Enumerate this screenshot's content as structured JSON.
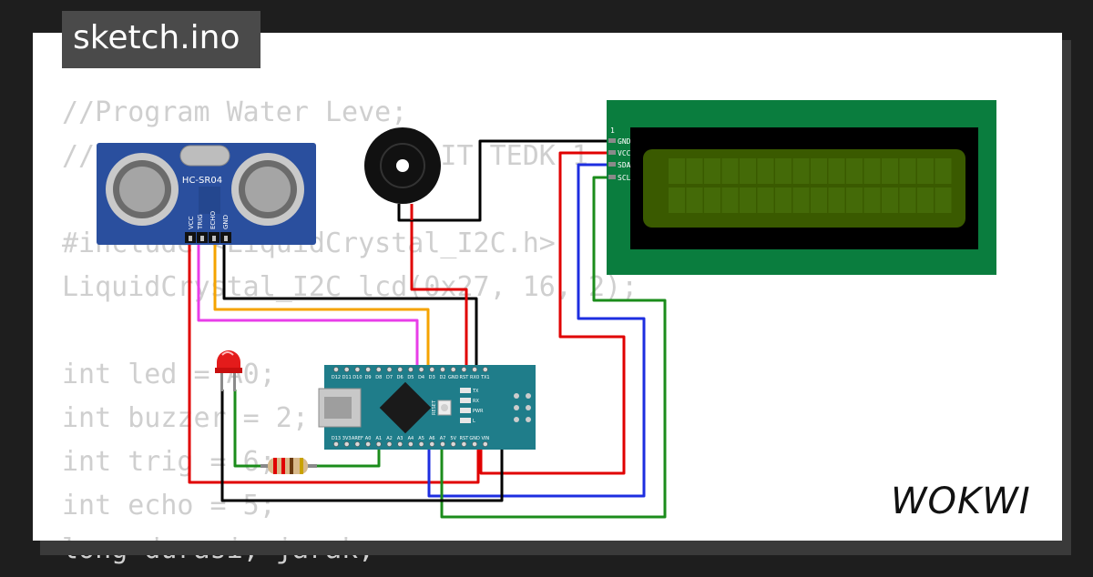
{
  "project": {
    "title": "sketch.ino",
    "brand": "WOKWI"
  },
  "code_lines": [
    "//Program Water Leve;",
    "//                 antoIT TEDK 1",
    "",
    "#include <LiquidCrystal_I2C.h>",
    "LiquidCrystal_I2C lcd(0x27, 16, 2);",
    "",
    "int led = A0;",
    "int buzzer = 2;",
    "int trig = 6;",
    "int echo = 5;",
    "long durasi, jarak;"
  ],
  "sensor": {
    "model": "HC-SR04",
    "pins": [
      "VCC",
      "TRIG",
      "ECHO",
      "GND"
    ]
  },
  "lcd": {
    "pin_number": "1",
    "pins": [
      "GND",
      "VCC",
      "SDA",
      "SCL"
    ]
  },
  "nano": {
    "top_pins": [
      "D12",
      "D11",
      "D10",
      "D9",
      "D8",
      "D7",
      "D6",
      "D5",
      "D4",
      "D3",
      "D2",
      "GND",
      "RST",
      "RX0",
      "TX1"
    ],
    "bottom_pins": [
      "D13",
      "3V3",
      "AREF",
      "A0",
      "A1",
      "A2",
      "A3",
      "A4",
      "A5",
      "A6",
      "A7",
      "5V",
      "RST",
      "GND",
      "VIN"
    ],
    "leds": [
      "TX",
      "RX",
      "PWR",
      "L"
    ],
    "reset_label": "RESET"
  },
  "colors": {
    "background": "#1e1e1e",
    "canvas": "#ffffff",
    "code_text": "#cfcfcf",
    "lcd_pcb": "#0a7d3e",
    "lcd_screen": "#3a5a00",
    "nano_board": "#1f7d8a",
    "sensor_board": "#2a4f9e",
    "wire_red": "#e00000",
    "wire_black": "#000000",
    "wire_orange": "#f5a300",
    "wire_magenta": "#e83ee8",
    "wire_blue": "#1d2ee0",
    "wire_green": "#1b8c1b"
  }
}
